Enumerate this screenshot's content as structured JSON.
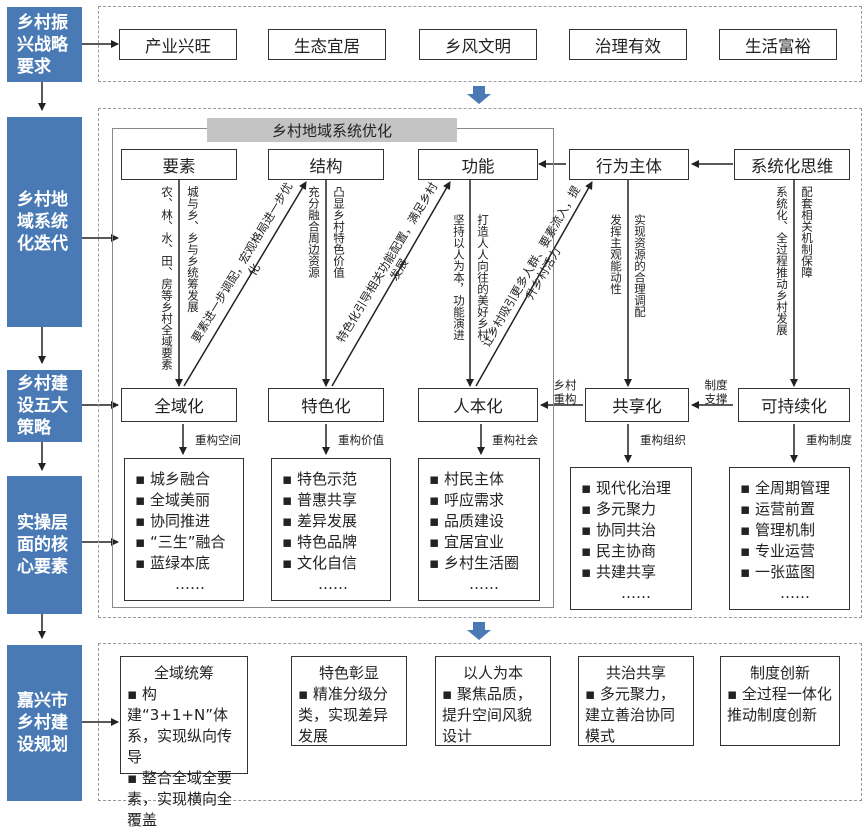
{
  "sidebar": [
    "乡村振兴战略要求",
    "乡村地域系统化迭代",
    "乡村建设五大策略",
    "实操层面的核心要素",
    "嘉兴市乡村建设规划"
  ],
  "requirements": [
    "产业兴旺",
    "生态宜居",
    "乡风文明",
    "治理有效",
    "生活富裕"
  ],
  "optimization_title": "乡村地域系统优化",
  "top_nodes": [
    "要素",
    "结构",
    "功能",
    "行为主体",
    "系统化思维"
  ],
  "strategies": [
    "全域化",
    "特色化",
    "人本化",
    "共享化",
    "可持续化"
  ],
  "restructure_labels": [
    "重构空间",
    "重构价值",
    "重构社会",
    "重构组织",
    "重构制度"
  ],
  "edge_labels": {
    "elements_down": "农、林、水、田、房等乡村全域要素",
    "elements_up": "城与乡、乡与乡统筹发展",
    "elements_diag": "要素进一步调配，宏观格局进一步优化",
    "structure_down": "充分融合周边资源",
    "structure_up": "凸显乡村特色价值",
    "structure_diag": "特色化引导相关功能配置，满足乡村发展",
    "function_down": "坚持以人为本，功能演进",
    "function_up": "打造人人向往的美好乡村",
    "function_diag": "让乡村吸引更多人群、要素流入，提升乡村活力",
    "actor_down_left": "发挥主观能动性",
    "actor_down_right": "实现资源的合理调配",
    "system_down_left": "系统化、全过程推动乡村发展",
    "system_down_right": "配套相关机制保障",
    "rural_restructure": "乡村重构",
    "institution_support": "制度支撑"
  },
  "core_elements": [
    [
      "城乡融合",
      "全域美丽",
      "协同推进",
      "“三生”融合",
      "蓝绿本底",
      "……"
    ],
    [
      "特色示范",
      "普惠共享",
      "差异发展",
      "特色品牌",
      "文化自信",
      "……"
    ],
    [
      "村民主体",
      "呼应需求",
      "品质建设",
      "宜居宜业",
      "乡村生活圈",
      "……"
    ],
    [
      "现代化治理",
      "多元聚力",
      "协同共治",
      "民主协商",
      "共建共享",
      "……"
    ],
    [
      "全周期管理",
      "运营前置",
      "管理机制",
      "专业运营",
      "一张蓝图",
      "……"
    ]
  ],
  "plans": [
    {
      "title": "全域统筹",
      "body": [
        "▪ 构建“3+1+N”体系，实现纵向传导",
        "▪ 整合全域全要素，实现横向全覆盖"
      ]
    },
    {
      "title": "特色彰显",
      "body": [
        "▪ 精准分级分类，实现差异发展"
      ]
    },
    {
      "title": "以人为本",
      "body": [
        "▪ 聚焦品质，提升空间风貌设计"
      ]
    },
    {
      "title": "共治共享",
      "body": [
        "▪ 多元聚力，建立善治协同模式"
      ]
    },
    {
      "title": "制度创新",
      "body": [
        "▪ 全过程一体化推动制度创新"
      ]
    }
  ],
  "colors": {
    "sidebar": "#4a7ab5",
    "title_bar": "#c4c4c4",
    "flow_arrow": "#4a7ab5"
  }
}
